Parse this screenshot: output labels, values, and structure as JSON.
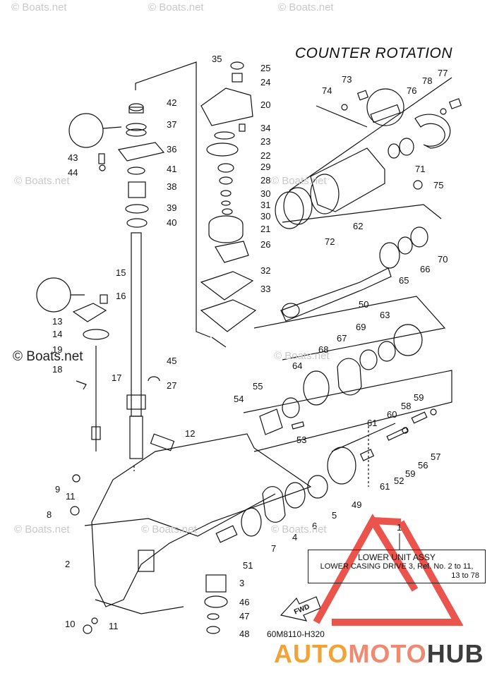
{
  "watermarks": [
    "© Boats.net",
    "© Boats.net",
    "© Boats.net",
    "© Boats.net",
    "© Boats.net",
    "© Boats.net",
    "© Boats.net",
    "© Boats.net",
    "© Boats.net"
  ],
  "boats_visible": "© Boats.net",
  "title": "COUNTER ROTATION",
  "assembly_box": {
    "number": "1",
    "line1": "LOWER UNIT ASSY",
    "line2": "LOWER CASING DRIVE 3, Ref. No. 2 to 11,",
    "line3": "13 to 78"
  },
  "drawing_code": "60M8110-H320",
  "fwd_label": "FWD",
  "brand": {
    "part1": "AUTO",
    "part2": "MOTO",
    "part3": "HUB"
  },
  "colors": {
    "brand_orange": "#f1a33a",
    "brand_salmon": "#ef8a72",
    "brand_dark": "#3d3d3d",
    "logo_red": "#e8423a",
    "line": "#111111"
  },
  "callouts": [
    "35",
    "25",
    "24",
    "20",
    "34",
    "23",
    "22",
    "29",
    "28",
    "30",
    "31",
    "30",
    "21",
    "26",
    "32",
    "33",
    "42",
    "37",
    "36",
    "41",
    "38",
    "39",
    "40",
    "43",
    "44",
    "15",
    "16",
    "13",
    "14",
    "19",
    "18",
    "17",
    "45",
    "27",
    "12",
    "9",
    "11",
    "8",
    "2",
    "10",
    "11",
    "3",
    "46",
    "47",
    "48",
    "51",
    "73",
    "74",
    "77",
    "78",
    "76",
    "71",
    "75",
    "62",
    "72",
    "70",
    "66",
    "65",
    "50",
    "63",
    "69",
    "67",
    "68",
    "64",
    "55",
    "54",
    "53",
    "59",
    "58",
    "60",
    "61",
    "57",
    "56",
    "59",
    "52",
    "61",
    "49",
    "5",
    "6",
    "4",
    "7"
  ]
}
